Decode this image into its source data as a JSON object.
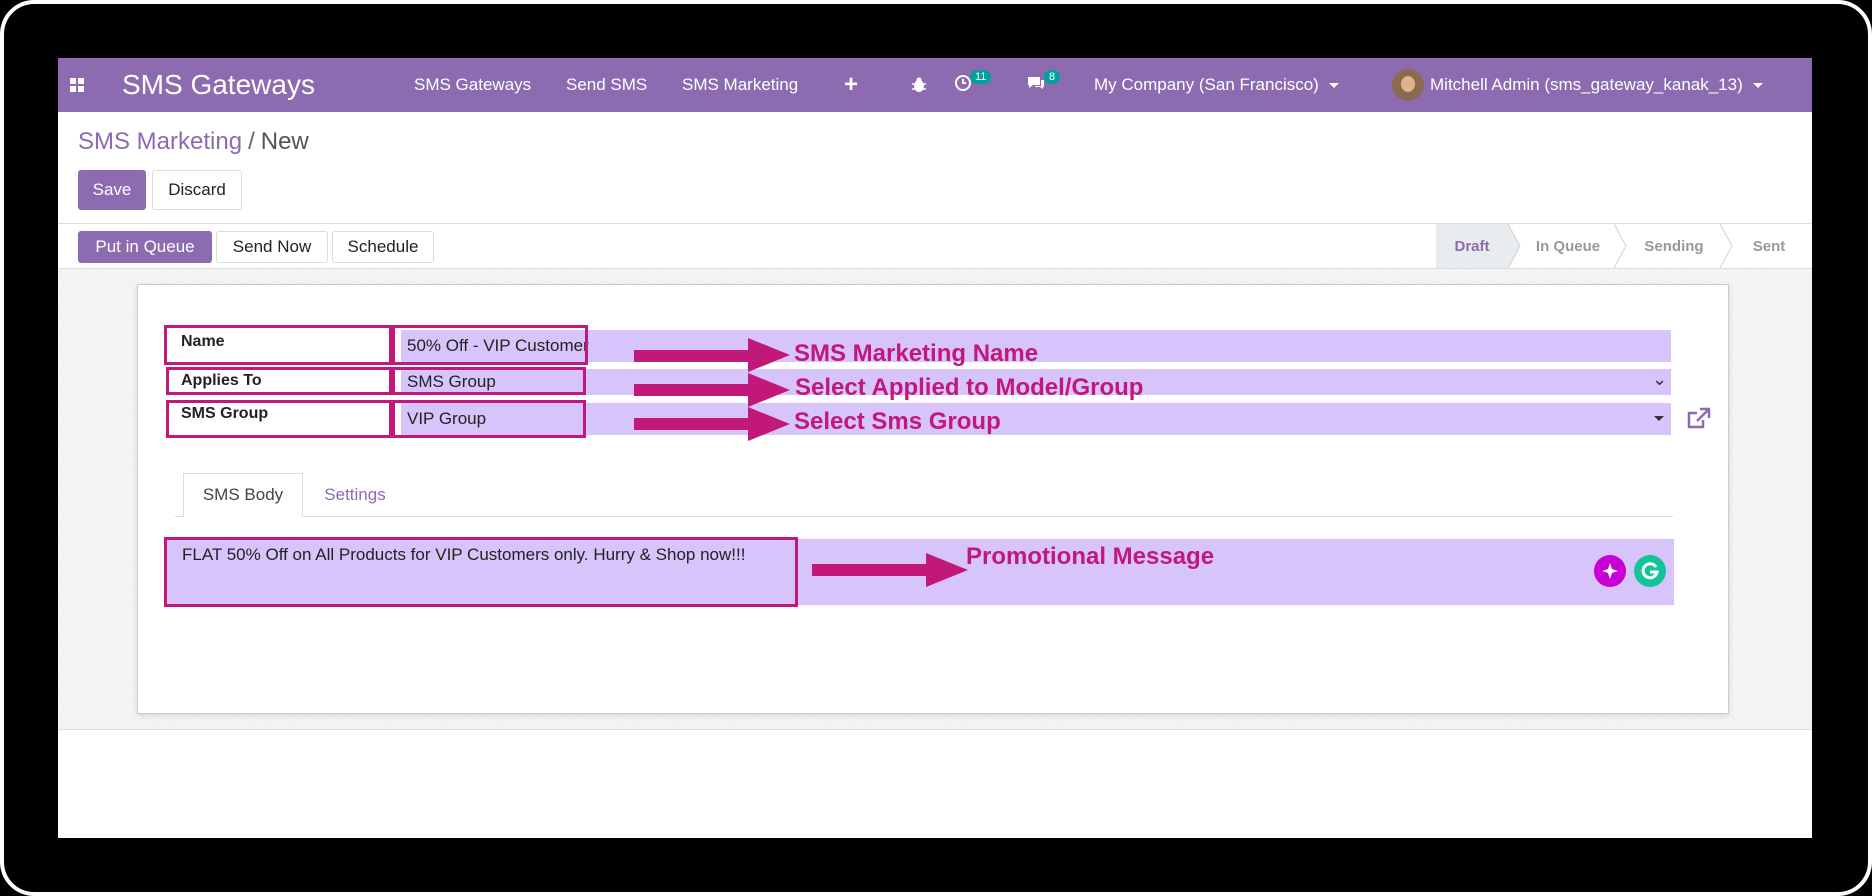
{
  "navbar": {
    "brand": "SMS Gateways",
    "menu": [
      "SMS Gateways",
      "Send SMS",
      "SMS Marketing"
    ],
    "activity_count": "11",
    "message_count": "8",
    "company": "My Company (San Francisco)",
    "user": "Mitchell Admin (sms_gateway_kanak_13)"
  },
  "breadcrumb": {
    "parent": "SMS Marketing",
    "separator": "/",
    "current": "New"
  },
  "actions": {
    "save": "Save",
    "discard": "Discard"
  },
  "header_buttons": {
    "queue": "Put in Queue",
    "send_now": "Send Now",
    "schedule": "Schedule"
  },
  "status_stages": [
    "Draft",
    "In Queue",
    "Sending",
    "Sent"
  ],
  "active_stage": "Draft",
  "form": {
    "name_label": "Name",
    "name_value": "50% Off - VIP Customer",
    "applies_label": "Applies To",
    "applies_value": "SMS Group",
    "group_label": "SMS Group",
    "group_value": "VIP Group"
  },
  "tabs": [
    "SMS Body",
    "Settings"
  ],
  "body_text": "FLAT 50% Off on All Products for VIP Customers only. Hurry & Shop now!!!",
  "annotations": {
    "name": "SMS Marketing Name",
    "applies": "Select Applied to Model/Group",
    "group": "Select Sms Group",
    "body": "Promotional Message"
  },
  "colors": {
    "navbar": "#8c6bb1",
    "field_fill": "#d7c4fb",
    "annotation": "#c2187a"
  },
  "icons": [
    "apps-icon",
    "plus-icon",
    "bug-icon",
    "clock-icon",
    "chat-icon",
    "external-link-icon",
    "sparkle-icon",
    "grammarly-icon"
  ]
}
